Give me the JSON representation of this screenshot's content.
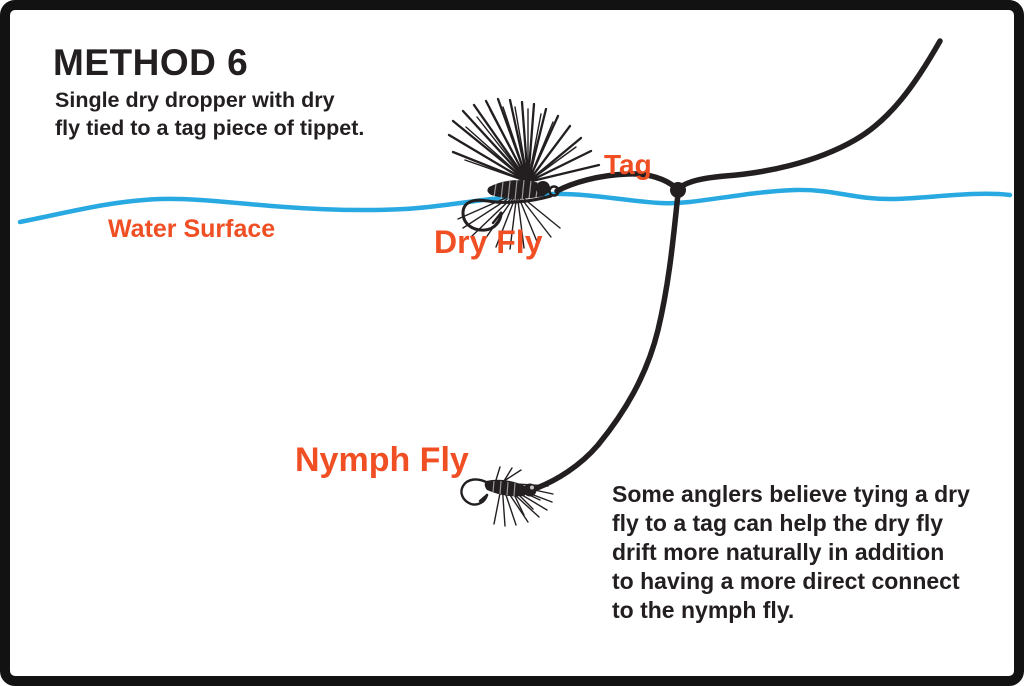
{
  "header": {
    "title": "METHOD 6",
    "subtitle_line1": "Single dry dropper with dry",
    "subtitle_line2": "fly tied to a tag piece of tippet."
  },
  "labels": {
    "tag": "Tag",
    "water_surface": "Water Surface",
    "dry_fly": "Dry Fly",
    "nymph_fly": "Nymph Fly"
  },
  "note": {
    "lines": [
      "Some anglers believe tying a dry",
      "fly to a tag can help the dry fly",
      "drift more naturally in addition",
      "to having a more direct connect",
      "to the nymph fly."
    ]
  },
  "icons": {
    "dry_fly": "dry-fly-illustration",
    "nymph_fly": "nymph-fly-illustration",
    "tag_knot": "tag-knot-dot"
  },
  "colors": {
    "accent": "#F04E23",
    "water": "#29A9E1",
    "ink": "#231F20",
    "frame": "#121212",
    "background": "#FFFFFF"
  }
}
